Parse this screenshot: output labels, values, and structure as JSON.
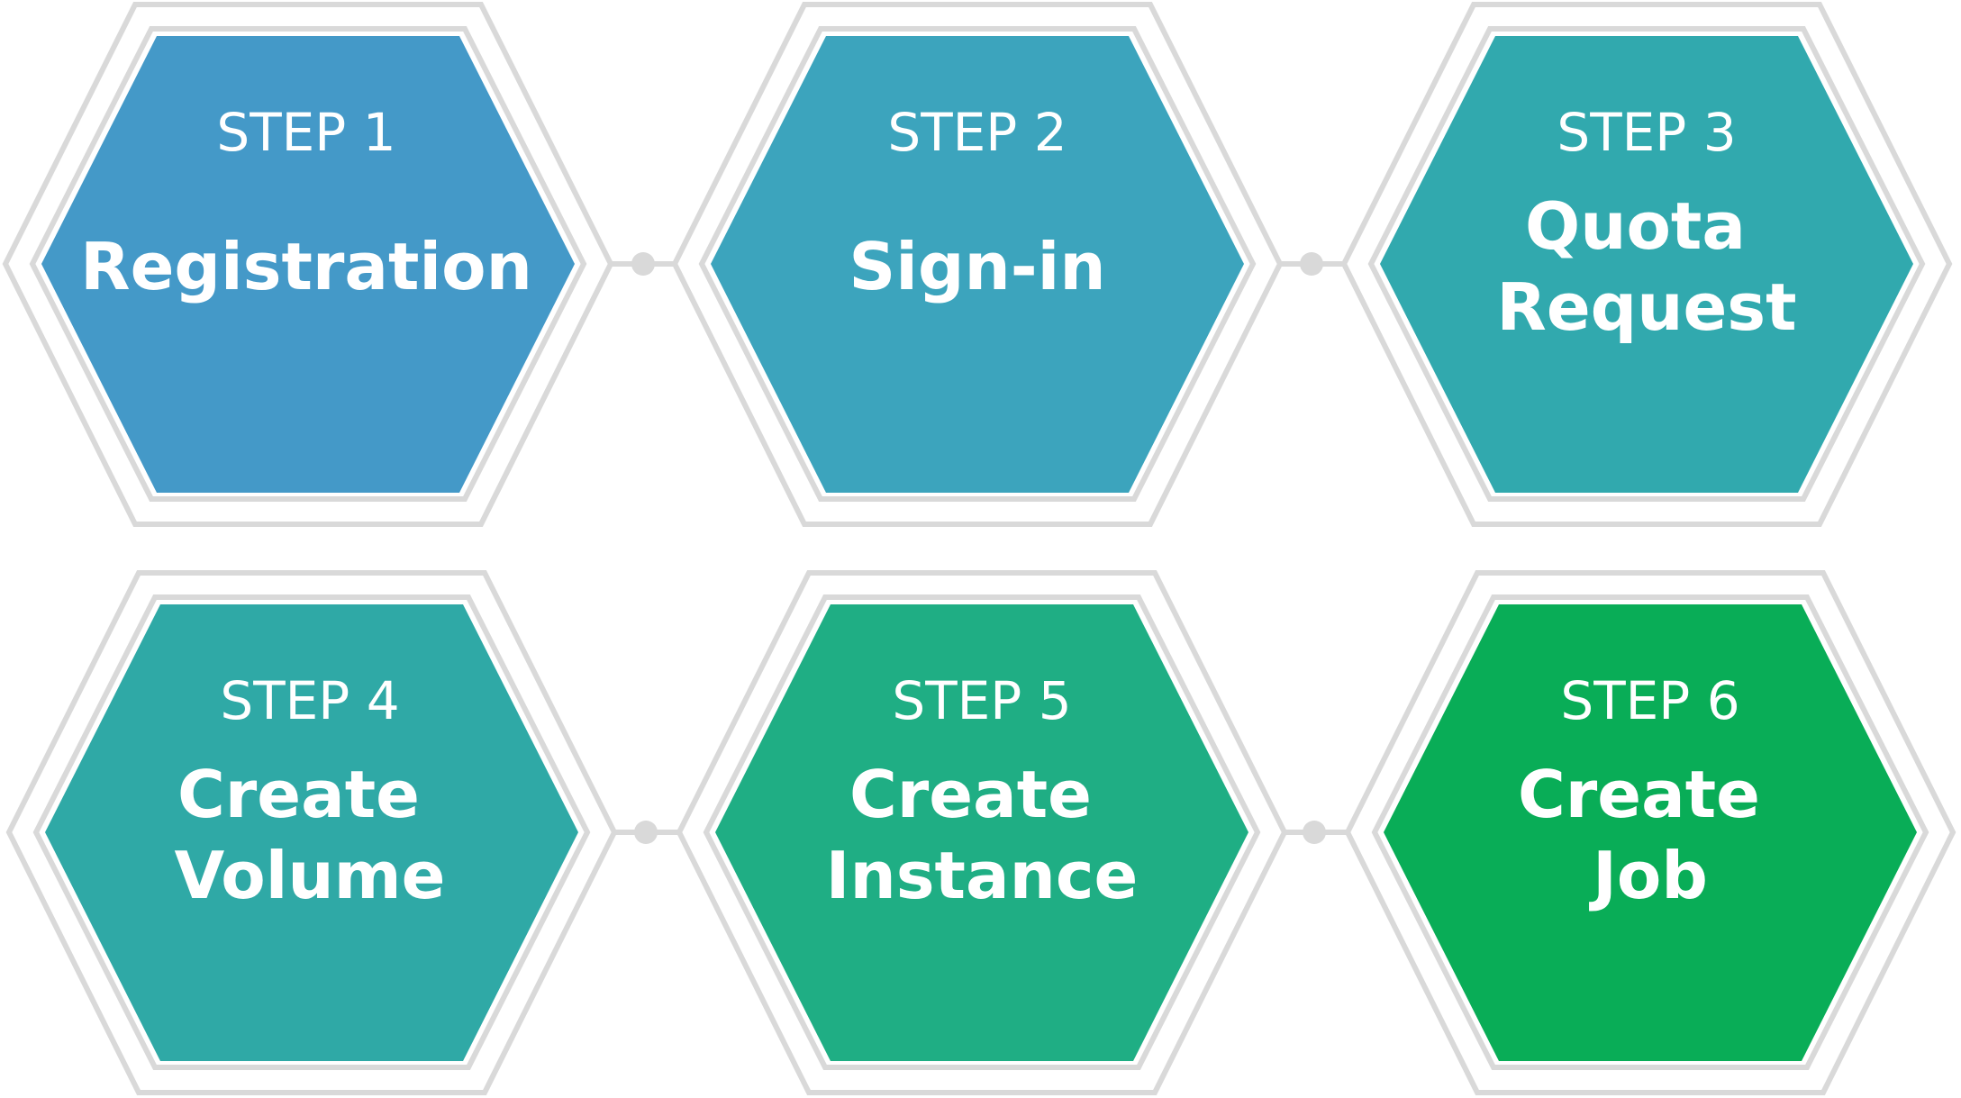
{
  "steps": [
    {
      "label": "STEP 1",
      "title": [
        "Registration"
      ],
      "color": "#4499c8"
    },
    {
      "label": "STEP 2",
      "title": [
        "Sign-in"
      ],
      "color": "#3ca4bd"
    },
    {
      "label": "STEP 3",
      "title": [
        "Quota",
        "Request"
      ],
      "color": "#31a9ae"
    },
    {
      "label": "STEP 4",
      "title": [
        "Create",
        "Volume"
      ],
      "color": "#2fa9a6"
    },
    {
      "label": "STEP 5",
      "title": [
        "Create",
        "Instance"
      ],
      "color": "#1fae84"
    },
    {
      "label": "STEP 6",
      "title": [
        "Create",
        "Job"
      ],
      "color": "#09ad57"
    }
  ],
  "outline_color": "#d9d9d9"
}
